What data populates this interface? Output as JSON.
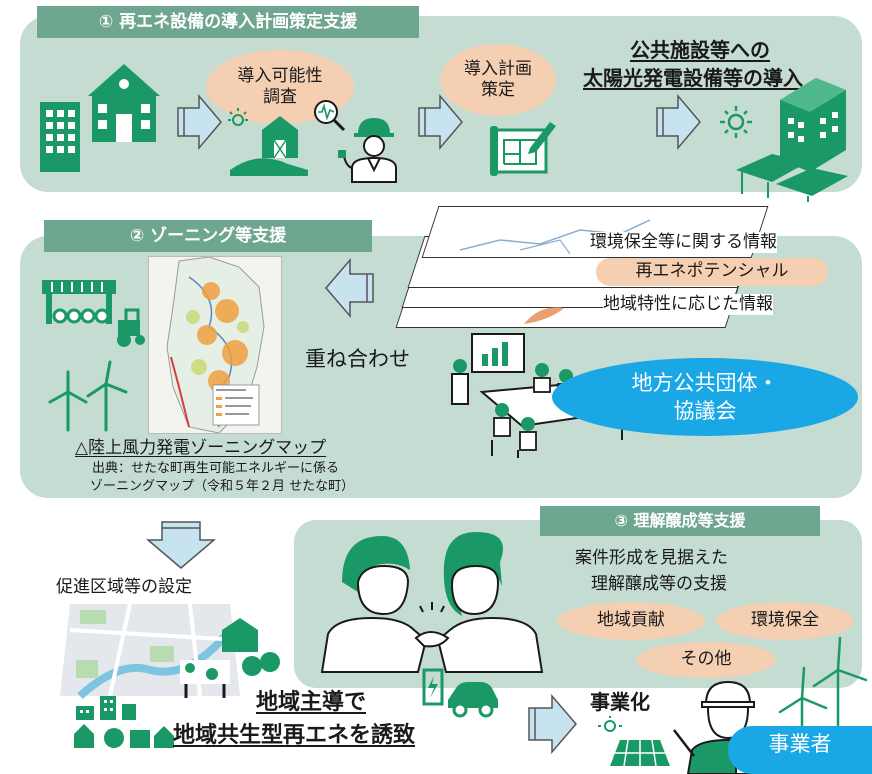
{
  "section1": {
    "header": "① 再エネ設備の導入計画策定支援",
    "bubble_survey": [
      "導入可能性",
      "調査"
    ],
    "bubble_plan": [
      "導入計画",
      "策定"
    ],
    "goal": [
      "公共施設等への",
      "太陽光発電設備等の導入"
    ]
  },
  "section2": {
    "header": "② ゾーニング等支援",
    "layers": [
      "環境保全等に関する情報",
      "再エネポテンシャル",
      "地域特性に応じた情報"
    ],
    "overlay_label": "重ね合わせ",
    "council": [
      "地方公共団体・",
      "協議会"
    ],
    "map_caption": "△陸上風力発電ゾーニングマップ",
    "source": [
      "出典：せたな町再生可能エネルギーに係る",
      "ゾーニングマップ（令和５年２月 せたな町）"
    ]
  },
  "section3": {
    "header": "③ 理解醸成等支援",
    "description": [
      "案件形成を見据えた",
      "理解醸成等の支援"
    ],
    "tags": [
      "地域貢献",
      "環境保全",
      "その他"
    ]
  },
  "bottom": {
    "promotion_area": "促進区域等の設定",
    "slogan": [
      "地域主導で",
      "地域共生型再エネを誘致"
    ],
    "commercialization": "事業化",
    "operator": "事業者"
  },
  "colors": {
    "panel": "#c4dcd2",
    "header": "#6fa690",
    "accent_green": "#1a9966",
    "pill": "#f5cfb1",
    "council": "#1aa7e6",
    "arrow": "#c7e3f0"
  }
}
